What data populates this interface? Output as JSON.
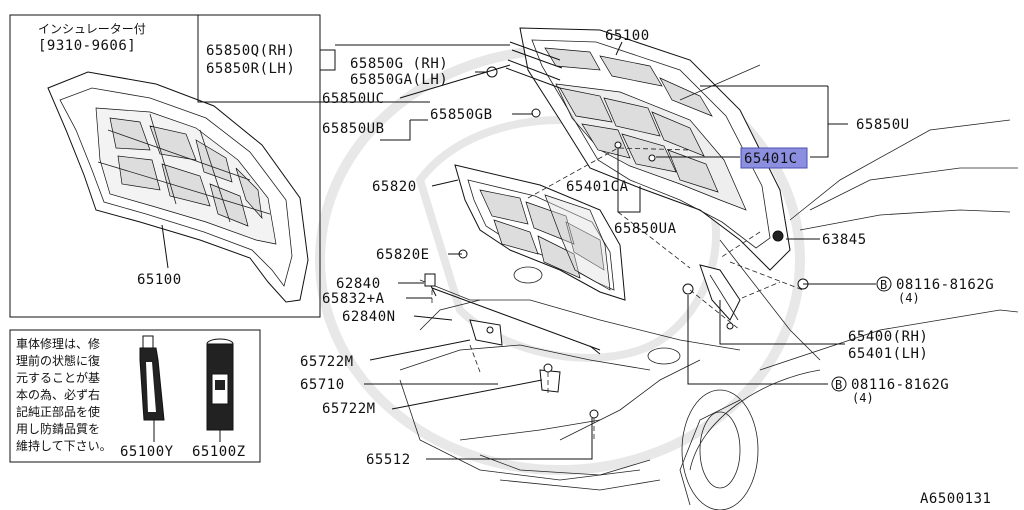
{
  "diagram_id": "A6500131",
  "inset": {
    "note_line1": "インシュレーター付",
    "note_line2": "[9310-9606]",
    "part": "65100"
  },
  "repair_note": {
    "lines": [
      "車体修理は、修",
      "理前の状態に復",
      "元することが基",
      "本の為、必ず右",
      "記純正部品を使",
      "用し防錆品質を",
      "維持して下さい。"
    ],
    "part_y": "65100Y",
    "part_z": "65100Z"
  },
  "callouts": {
    "p65100": "65100",
    "p65850q": "65850Q(RH)",
    "p65850r": "65850R(LH)",
    "p65850g": "65850G (RH)",
    "p65850ga": "65850GA(LH)",
    "p65850uc": "65850UC",
    "p65850ub": "65850UB",
    "p65850gb": "65850GB",
    "p65850u": "65850U",
    "p65401c": "65401C",
    "p65820": "65820",
    "p65401ca": "65401CA",
    "p65850ua": "65850UA",
    "p65820e": "65820E",
    "p63845": "63845",
    "p62840": "62840",
    "p65832a": "65832+A",
    "p62840n": "62840N",
    "p08116a": "08116-8162G",
    "p08116a_qty": "(4)",
    "p65400": "65400(RH)",
    "p65401": "65401(LH)",
    "p65722m_a": "65722M",
    "p65710": "65710",
    "p08116b": "08116-8162G",
    "p08116b_qty": "(4)",
    "p65722m_b": "65722M",
    "p65512": "65512",
    "bolt_mark": "B"
  },
  "highlight": {
    "color": "#8c8fe0"
  }
}
